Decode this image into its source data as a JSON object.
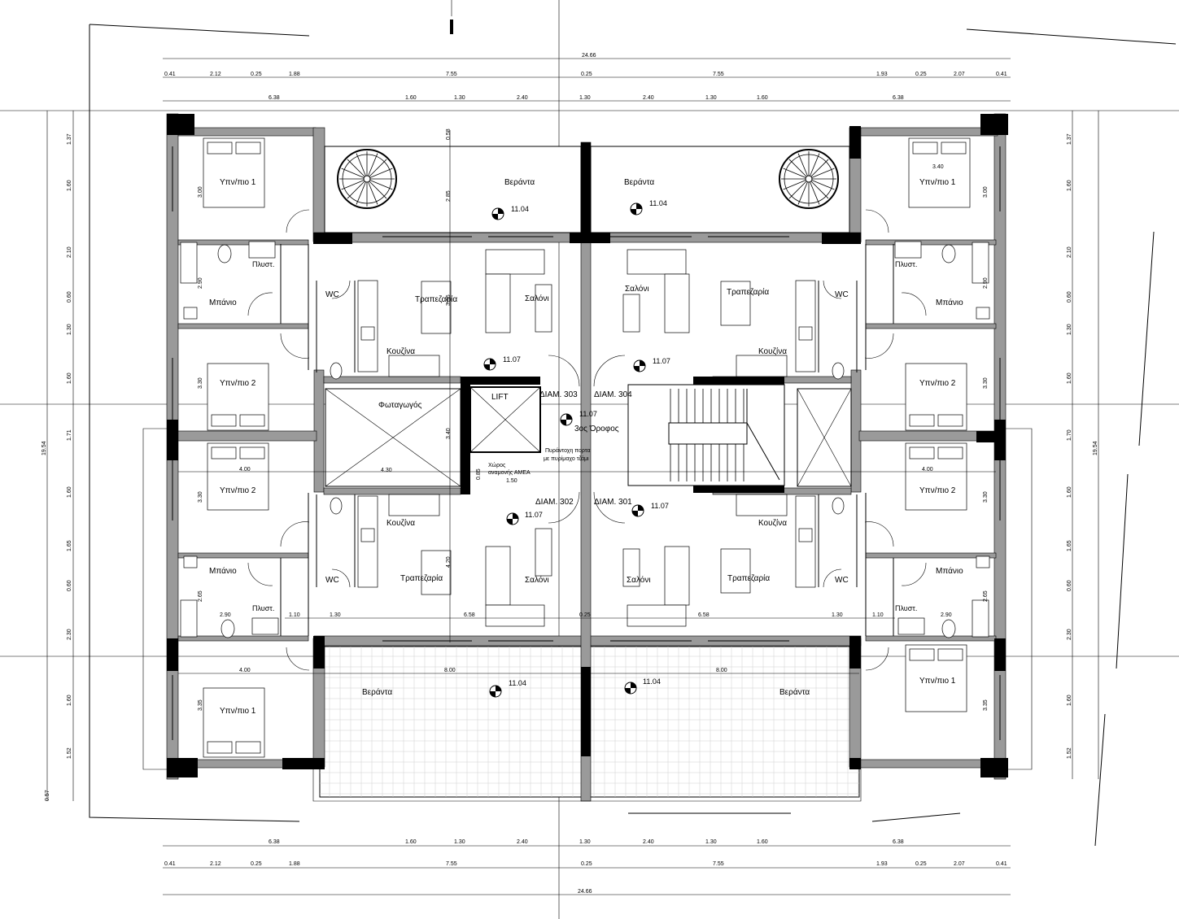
{
  "plan": {
    "floor_label": "3ος Όροφος",
    "lift": "LIFT",
    "lightwell": "Φωταγωγός",
    "accessible_waiting": [
      "Χώρος",
      "αναμονής ΑΜΕΑ"
    ],
    "fire_door_note": [
      "Πυράντοχη πορτα",
      "με πυρίμαχο τζάμι"
    ],
    "apartments": [
      "ΔΙΑΜ. 303",
      "ΔΙΑΜ. 304",
      "ΔΙΑΜ. 302",
      "ΔΙΑΜ. 301"
    ],
    "rooms": {
      "bedroom1": "Υπν/πιο 1",
      "bedroom2": "Υπν/πιο 2",
      "bathroom": "Μπάνιο",
      "laundry": "Πλυστ.",
      "wc": "WC",
      "kitchen": "Κουζίνα",
      "dining": "Τραπεζαρία",
      "living": "Σαλόνι",
      "veranda": "Βεράντα"
    },
    "levels": [
      "11.04",
      "11.07"
    ]
  },
  "dimensions": {
    "overall_width": "24.66",
    "overall_depth": "19.54",
    "row_fine": [
      "0.41",
      "2.12",
      "0.25",
      "1.88",
      "7.55",
      "0.25",
      "7.55",
      "1.93",
      "0.25",
      "2.07",
      "0.41"
    ],
    "row_main": [
      "6.38",
      "1.60",
      "1.30",
      "2.40",
      "1.30",
      "2.40",
      "1.30",
      "1.60",
      "6.38"
    ],
    "left_side": [
      "1.37",
      "1.60",
      "2.10",
      "0.60",
      "1.30",
      "1.60",
      "1.71",
      "1.60",
      "1.65",
      "0.60",
      "2.30",
      "1.60",
      "1.52",
      "0.57"
    ],
    "right_side": [
      "1.37",
      "1.60",
      "2.10",
      "0.60",
      "1.30",
      "1.60",
      "1.70",
      "1.60",
      "1.65",
      "0.60",
      "2.30",
      "1.60",
      "1.52"
    ],
    "interior": [
      "3.00",
      "2.90",
      "3.30",
      "3.30",
      "2.65",
      "3.35",
      "3.00",
      "2.90",
      "3.30",
      "3.30",
      "2.65",
      "3.35",
      "3.40",
      "4.00",
      "4.00",
      "4.00",
      "8.00",
      "8.00",
      "2.90",
      "2.90",
      "1.10",
      "1.30",
      "6.58",
      "0.25",
      "6.58",
      "1.30",
      "1.10",
      "0.58",
      "2.85",
      "3.95",
      "3.40",
      "4.20",
      "4.30",
      "1.50",
      "0.85"
    ]
  }
}
